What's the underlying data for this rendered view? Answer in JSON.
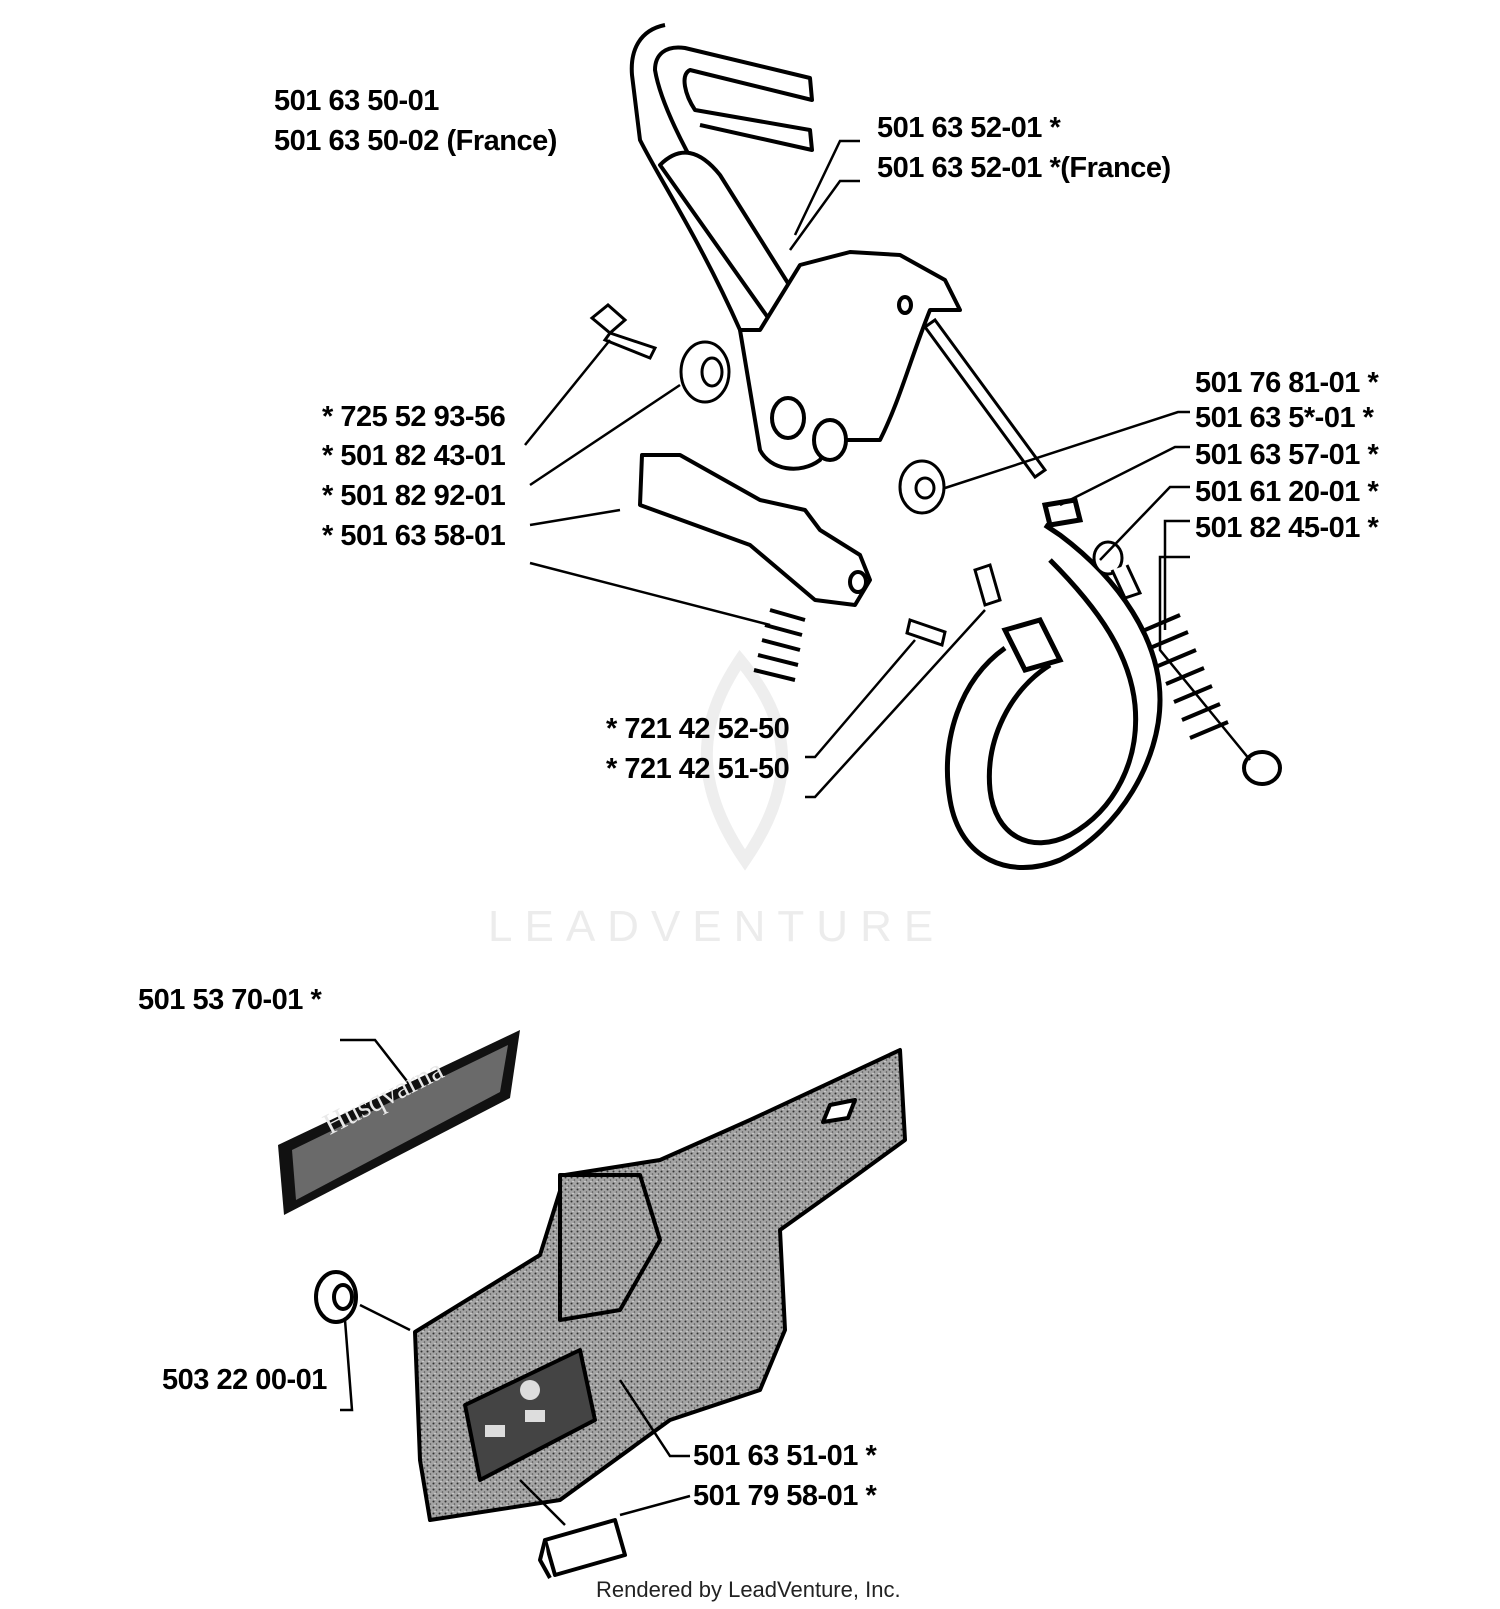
{
  "labels": [
    {
      "text": "501 63 50-01"
    },
    {
      "text": "501 63 50-02 (France)"
    },
    {
      "text": "501 63 52-01  *"
    },
    {
      "text": "501 63 52-01  *(France)"
    },
    {
      "text": "*  725 52 93-56"
    },
    {
      "text": "*  501 82 43-01"
    },
    {
      "text": "*  501 82 92-01"
    },
    {
      "text": "*  501 63 58-01"
    },
    {
      "text": "501 76 81-01  *"
    },
    {
      "text": "501 63 5*-01  *"
    },
    {
      "text": "501 63 57-01  *"
    },
    {
      "text": "501 61 20-01  *"
    },
    {
      "text": "501 82 45-01  *"
    },
    {
      "text": "*  721 42 52-50"
    },
    {
      "text": "*  721 42 51-50"
    },
    {
      "text": "501 53 70-01  *"
    },
    {
      "text": "503 22 00-01"
    },
    {
      "text": "501 63 51-01  *"
    },
    {
      "text": "501 79 58-01  *"
    }
  ],
  "decal_text": "Husqvarna",
  "watermark": "LEADVENTURE",
  "footer": "Rendered by LeadVenture, Inc.",
  "colors": {
    "ink": "#000000",
    "paper": "#ffffff",
    "cover_fill": "#9a9a9a",
    "watermark": "#ececec"
  }
}
